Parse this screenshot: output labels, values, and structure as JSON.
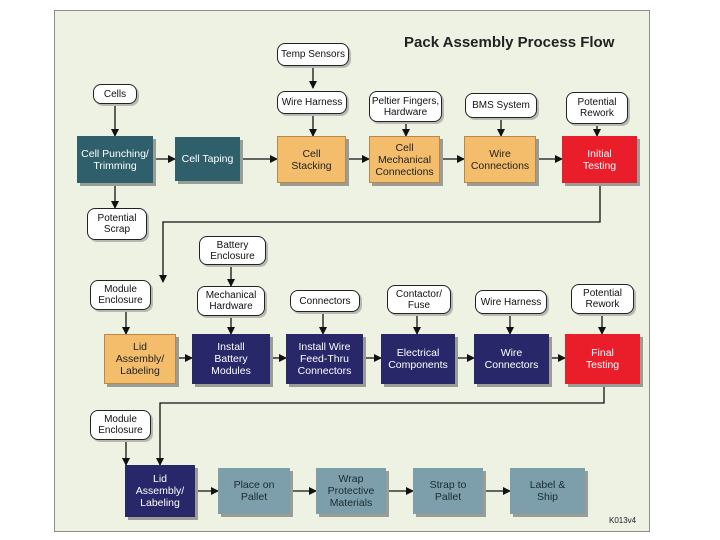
{
  "title": "Pack Assembly Process Flow",
  "code": "K013v4",
  "colors": {
    "background": "#eef2e3",
    "teal": "#2f5f6a",
    "orange": "#f3bd6c",
    "red": "#ea1e2b",
    "navy": "#28276a",
    "slate": "#7d9fab"
  },
  "row1": {
    "steps": [
      "Cell Punching/\nTrimming",
      "Cell Taping",
      "Cell\nStacking",
      "Cell\nMechanical\nConnections",
      "Wire\nConnections",
      "Initial\nTesting"
    ],
    "inputs": [
      "Cells",
      "Temp Sensors",
      "Wire Harness",
      "Peltier Fingers,\nHardware",
      "BMS System"
    ],
    "outputs": [
      "Potential\nScrap",
      "Potential\nRework"
    ]
  },
  "row2": {
    "steps": [
      "Lid\nAssembly/\nLabeling",
      "Install\nBattery\nModules",
      "Install Wire\nFeed-Thru\nConnectors",
      "Electrical\nComponents",
      "Wire\nConnectors",
      "Final\nTesting"
    ],
    "inputs": [
      "Module\nEnclosure",
      "Battery\nEnclosure",
      "Mechanical\nHardware",
      "Connectors",
      "Contactor/\nFuse",
      "Wire Harness"
    ],
    "outputs": [
      "Potential\nRework"
    ]
  },
  "row3": {
    "steps": [
      "Lid\nAssembly/\nLabeling",
      "Place on\nPallet",
      "Wrap\nProtective\nMaterials",
      "Strap to\nPallet",
      "Label &\nShip"
    ],
    "inputs": [
      "Module\nEnclosure"
    ]
  }
}
